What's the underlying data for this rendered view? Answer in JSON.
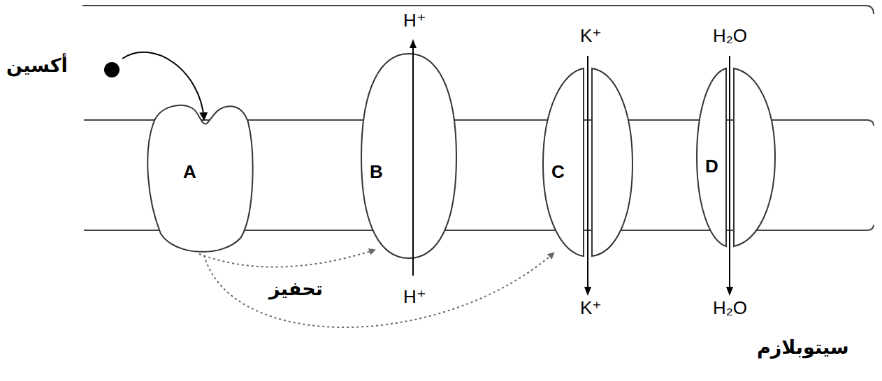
{
  "diagram": {
    "nodes": [
      {
        "text": [
          "أكسين"
        ]
      },
      {
        "text": [
          "A"
        ]
      },
      {
        "text": [
          "B"
        ]
      },
      {
        "text": [
          "C"
        ]
      },
      {
        "text": [
          "D"
        ]
      }
    ],
    "edges": [
      {
        "from": 0,
        "to": 1,
        "arrow": "to"
      },
      {
        "from": 1,
        "to": 2,
        "label": "تحفيز",
        "arrow": "to"
      },
      {
        "from": 1,
        "to": 3,
        "arrow": "to"
      }
    ],
    "labels": [
      "H⁺",
      "K⁺",
      "H₂O",
      "H⁺",
      "K⁺",
      "H₂O",
      "سيتوبلازم"
    ]
  }
}
